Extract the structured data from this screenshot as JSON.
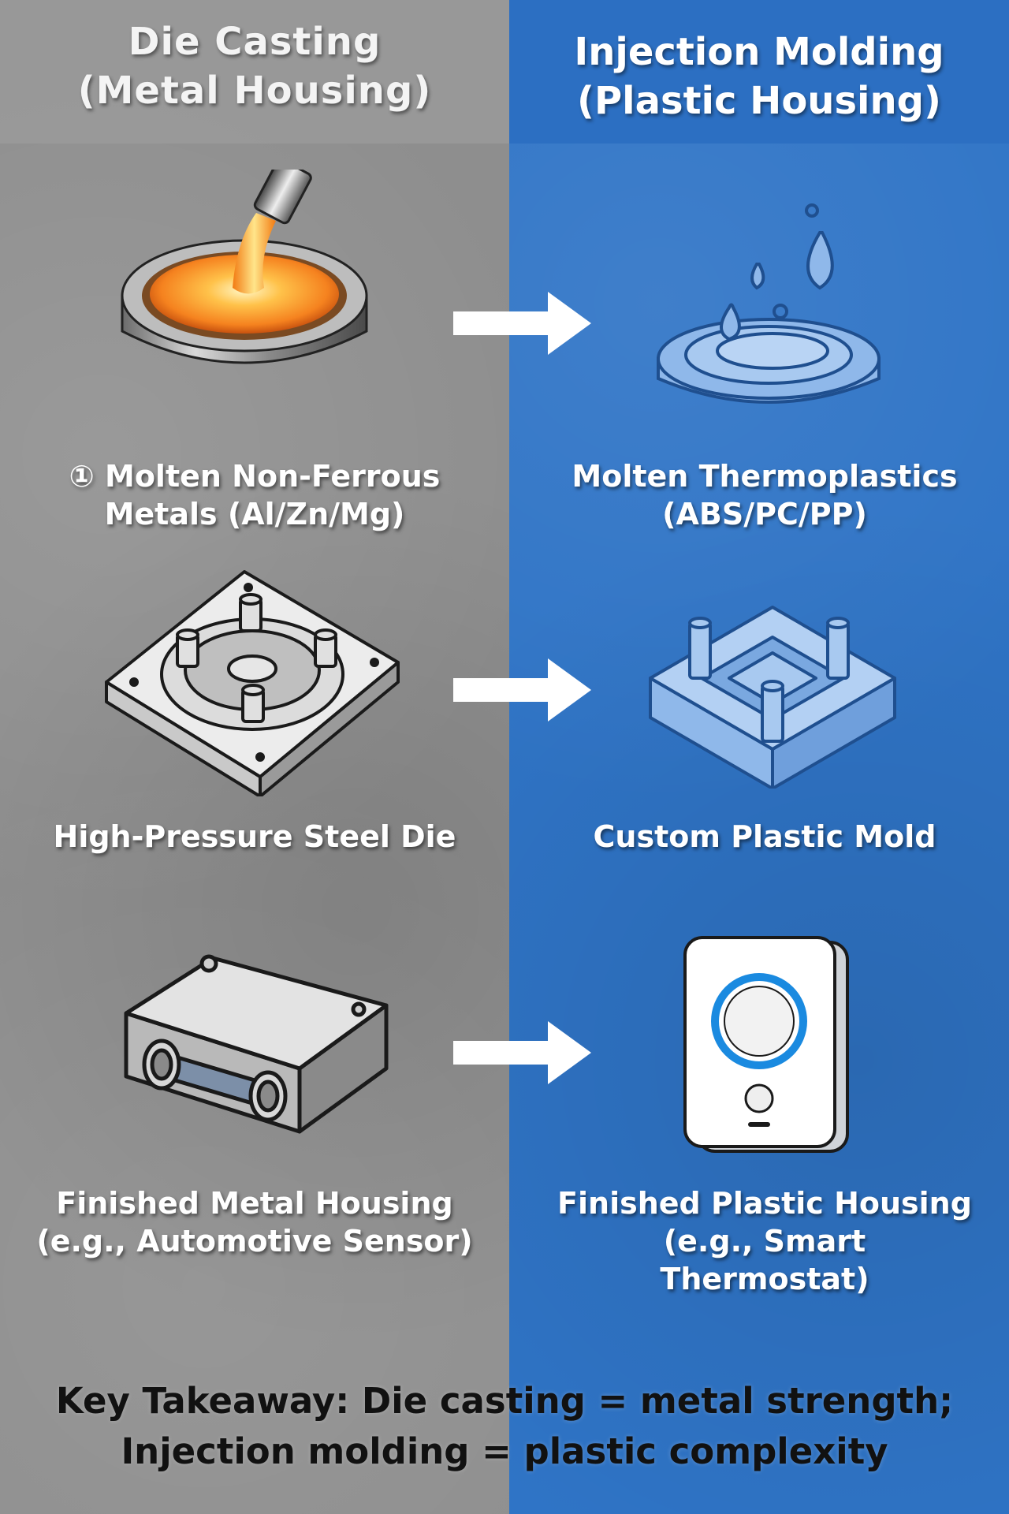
{
  "columns": {
    "left": {
      "title_line1": "Die  Casting",
      "title_line2": "(Metal  Housing)"
    },
    "right": {
      "title_line1": "Injection Molding",
      "title_line2": "(Plastic Housing)"
    }
  },
  "rows": [
    {
      "left": {
        "line1": "① Molten Non-Ferrous",
        "line2": "Metals (Al/Zn/Mg)",
        "icon": "molten-metal-crucible-icon"
      },
      "right": {
        "line1": "Molten Thermoplastics",
        "line2": "(ABS/PC/PP)",
        "icon": "plastic-droplets-icon"
      }
    },
    {
      "left": {
        "line1": "High-Pressure Steel Die",
        "icon": "steel-die-icon"
      },
      "right": {
        "line1": "Custom Plastic Mold",
        "icon": "plastic-mold-icon"
      }
    },
    {
      "left": {
        "line1": "Finished Metal Housing",
        "line2": "(e.g., Automotive Sensor)",
        "icon": "metal-housing-icon"
      },
      "right": {
        "line1": "Finished Plastic Housing",
        "line2": "(e.g., Smart",
        "line3": "Thermostat)",
        "icon": "smart-thermostat-icon"
      }
    }
  ],
  "takeaway": {
    "line1": "Key Takeaway: Die casting = metal strength;",
    "line2": "Injection molding = plastic complexity"
  },
  "colors": {
    "left_bg": "#8e8e8e",
    "right_bg": "#2f74c6",
    "label_text": "#ffffff",
    "takeaway_text": "#111111",
    "molten_orange": "#f5821f",
    "plastic_blue": "#8fb8ea"
  }
}
